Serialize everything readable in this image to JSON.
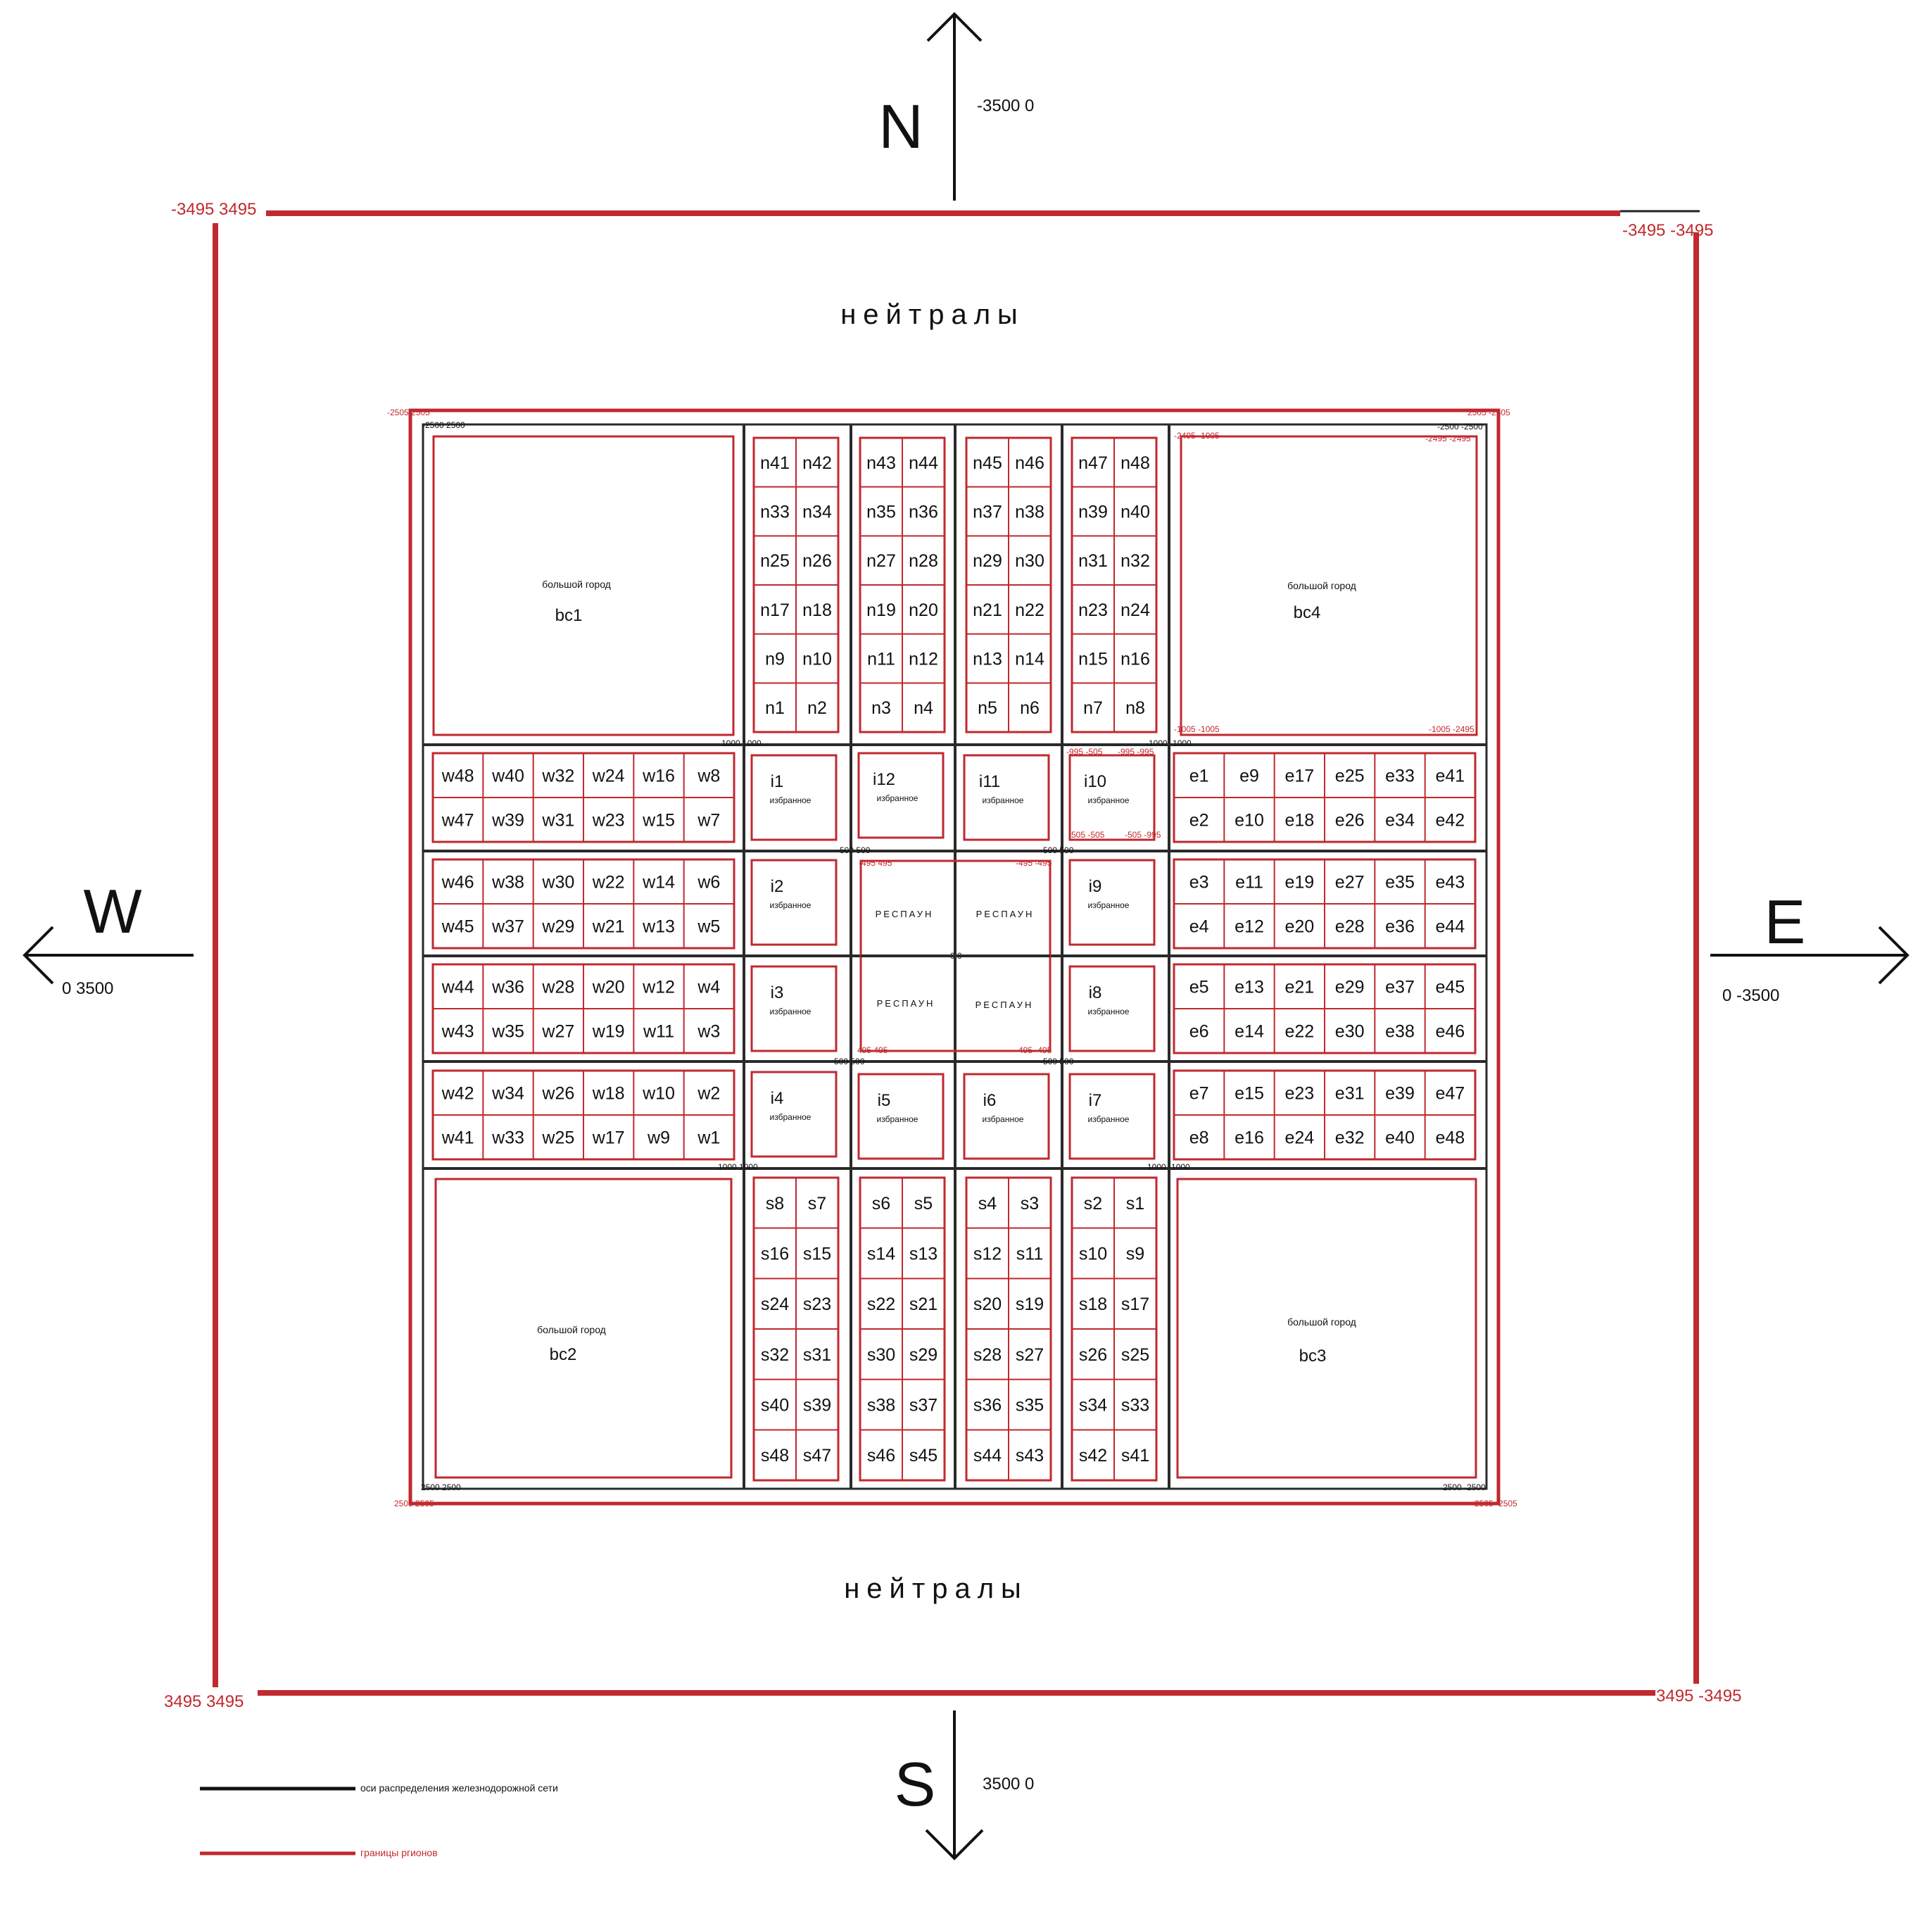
{
  "directions": {
    "north": {
      "letter": "N",
      "coord": "-3500 0"
    },
    "south": {
      "letter": "S",
      "coord": "3500 0"
    },
    "west": {
      "letter": "W",
      "coord": "0 3500"
    },
    "east": {
      "letter": "E",
      "coord": "0 -3500"
    }
  },
  "outer_corners": {
    "nw": "-3495 3495",
    "ne": "-3495 -3495",
    "sw": "3495 3495",
    "se": "3495 -3495"
  },
  "neutral_label": "нейтралы",
  "inner_corners": {
    "nw_red": "-2505 2505",
    "nw_black": "-2500 2500",
    "ne_red": "2505 -2505",
    "ne_black": "-2500 -2500",
    "sw_black": "2500 2500",
    "sw_red": "2505 2505",
    "se_black": "2500 -2500",
    "se_red": "2505 -2505"
  },
  "grid_coords": {
    "nw_1000": "1000 1000",
    "ne_1000": "-1000 -1000",
    "sw_1000": "1000 1000",
    "se_1000": "1000 -1000",
    "w_500_top": "-500 500",
    "e_500_top": "-500 500",
    "w_500_bot": "500 500",
    "e_500_bot": "-500 500",
    "center": "0 0",
    "red_w_top": "-495 495",
    "red_e_top": "-495 -495",
    "red_w_bot": "495 495",
    "red_e_bot": "495 -495",
    "bc4_tl": "-2495 -1005",
    "bc4_tr": "-2495 -2495",
    "bc4_bl": "-1005 -1005",
    "bc4_br": "-1005 -2495",
    "i10_tl": "-995 -505",
    "i10_tr": "-995 -995",
    "i10_bl": "-505 -505",
    "i10_br": "-505 -995"
  },
  "big_city_label": "большой город",
  "big_cities": [
    "bc1",
    "bc2",
    "bc3",
    "bc4"
  ],
  "favorite_label": "избранное",
  "respawn_label": "РЕСПАУН",
  "north_columns": [
    [
      "n41",
      "n42",
      "n33",
      "n34",
      "n25",
      "n26",
      "n17",
      "n18",
      "n9",
      "n10",
      "n1",
      "n2"
    ],
    [
      "n43",
      "n44",
      "n35",
      "n36",
      "n27",
      "n28",
      "n19",
      "n20",
      "n11",
      "n12",
      "n3",
      "n4"
    ],
    [
      "n45",
      "n46",
      "n37",
      "n38",
      "n29",
      "n30",
      "n21",
      "n22",
      "n13",
      "n14",
      "n5",
      "n6"
    ],
    [
      "n47",
      "n48",
      "n39",
      "n40",
      "n31",
      "n32",
      "n23",
      "n24",
      "n15",
      "n16",
      "n7",
      "n8"
    ]
  ],
  "south_columns": [
    [
      "s8",
      "s7",
      "s16",
      "s15",
      "s24",
      "s23",
      "s32",
      "s31",
      "s40",
      "s39",
      "s48",
      "s47"
    ],
    [
      "s6",
      "s5",
      "s14",
      "s13",
      "s22",
      "s21",
      "s30",
      "s29",
      "s38",
      "s37",
      "s46",
      "s45"
    ],
    [
      "s4",
      "s3",
      "s12",
      "s11",
      "s20",
      "s19",
      "s28",
      "s27",
      "s36",
      "s35",
      "s44",
      "s43"
    ],
    [
      "s2",
      "s1",
      "s10",
      "s9",
      "s18",
      "s17",
      "s26",
      "s25",
      "s34",
      "s33",
      "s42",
      "s41"
    ]
  ],
  "west_rows": [
    [
      "w48",
      "w40",
      "w32",
      "w24",
      "w16",
      "w8",
      "w47",
      "w39",
      "w31",
      "w23",
      "w15",
      "w7"
    ],
    [
      "w46",
      "w38",
      "w30",
      "w22",
      "w14",
      "w6",
      "w45",
      "w37",
      "w29",
      "w21",
      "w13",
      "w5"
    ],
    [
      "w44",
      "w36",
      "w28",
      "w20",
      "w12",
      "w4",
      "w43",
      "w35",
      "w27",
      "w19",
      "w11",
      "w3"
    ],
    [
      "w42",
      "w34",
      "w26",
      "w18",
      "w10",
      "w2",
      "w41",
      "w33",
      "w25",
      "w17",
      "w9",
      "w1"
    ]
  ],
  "east_rows": [
    [
      "e1",
      "e9",
      "e17",
      "e25",
      "e33",
      "e41",
      "e2",
      "e10",
      "e18",
      "e26",
      "e34",
      "e42"
    ],
    [
      "e3",
      "e11",
      "e19",
      "e27",
      "e35",
      "e43",
      "e4",
      "e12",
      "e20",
      "e28",
      "e36",
      "e44"
    ],
    [
      "e5",
      "e13",
      "e21",
      "e29",
      "e37",
      "e45",
      "e6",
      "e14",
      "e22",
      "e30",
      "e38",
      "e46"
    ],
    [
      "e7",
      "e15",
      "e23",
      "e31",
      "e39",
      "e47",
      "e8",
      "e16",
      "e24",
      "e32",
      "e40",
      "e48"
    ]
  ],
  "favorites": {
    "top": [
      "i1",
      "i12",
      "i11",
      "i10"
    ],
    "left": [
      "i2",
      "i3"
    ],
    "right": [
      "i9",
      "i8"
    ],
    "bottom": [
      "i4",
      "i5",
      "i6",
      "i7"
    ]
  },
  "legend": {
    "rail": "оси распределения железнодорожной сети",
    "regions": "границы ргионов"
  },
  "colors": {
    "rail": "#2a2a2a",
    "region": "#c0292f"
  }
}
